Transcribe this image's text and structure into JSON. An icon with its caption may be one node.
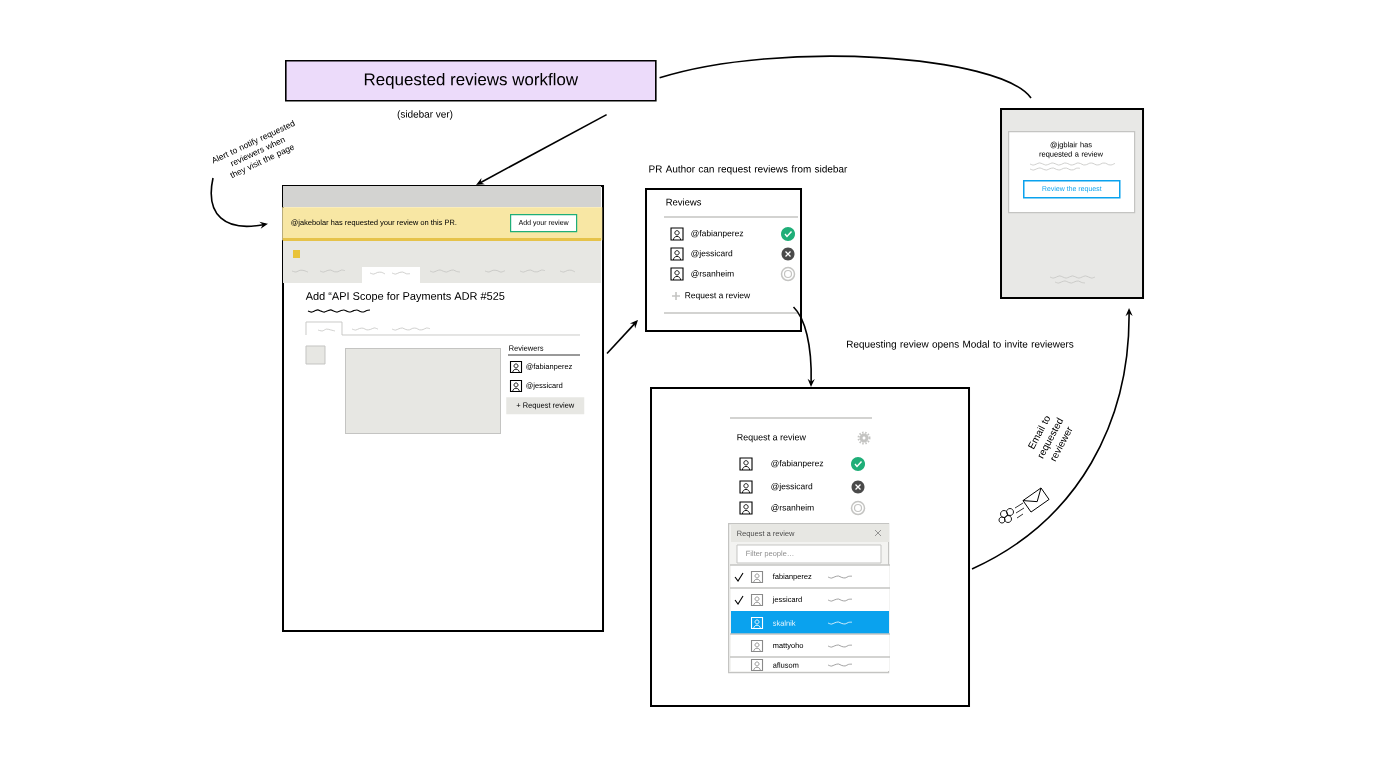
{
  "diagram": {
    "nodes": [
      {
        "text": [
          "Requested reviews workflow"
        ],
        "beside": [
          "(sidebar ver)"
        ]
      },
      {
        "text": [
          "Alert to notify requested reviewers when they visit the page"
        ]
      },
      {
        "text": [
          "Add “API Scope for Payments ADR #525",
          "Reviewers",
          "@fabianperez",
          "@jessicard"
        ]
      },
      {
        "text": [
          "@jakebolar has requested your review on this PR."
        ],
        "in": 2
      },
      {
        "text": [
          "Add your review"
        ],
        "in": 3
      },
      {
        "text": [
          "+ Request review"
        ],
        "in": 2
      },
      {
        "text": [
          "Reviews",
          "@fabianperez",
          "@jessicard",
          "@rsanheim",
          "Request a review"
        ],
        "beside": [
          "PR Author can request reviews from sidebar"
        ]
      },
      {
        "text": [],
        "shape": "box"
      },
      {
        "text": [
          "@jgblair has requested a review"
        ],
        "in": 7
      },
      {
        "text": [
          "Review the request"
        ],
        "in": 8
      },
      {
        "text": [
          "Request a review",
          "@fabianperez",
          "@jessicard",
          "@rsanheim"
        ]
      },
      {
        "text": [
          "Request a review",
          "Filter people…",
          "fabianperez",
          "jessicard",
          "skalnik",
          "mattyoho",
          "aflusom"
        ],
        "in": 10
      },
      {
        "text": [],
        "shape": "box",
        "in": 2
      }
    ],
    "edges": [
      {
        "from": 0,
        "to": 2,
        "arrow": "to"
      },
      {
        "from": 0,
        "to": 7,
        "arrow": "none"
      },
      {
        "from": 1,
        "to": 3,
        "arrow": "to"
      },
      {
        "from": 2,
        "to": 6,
        "arrow": "to"
      },
      {
        "from": 6,
        "to": 10,
        "arrow": "to",
        "label": "Requesting review opens Modal to invite reviewers"
      },
      {
        "from": 10,
        "to": 7,
        "arrow": "to",
        "label": "Email to requested reviewer"
      }
    ]
  }
}
